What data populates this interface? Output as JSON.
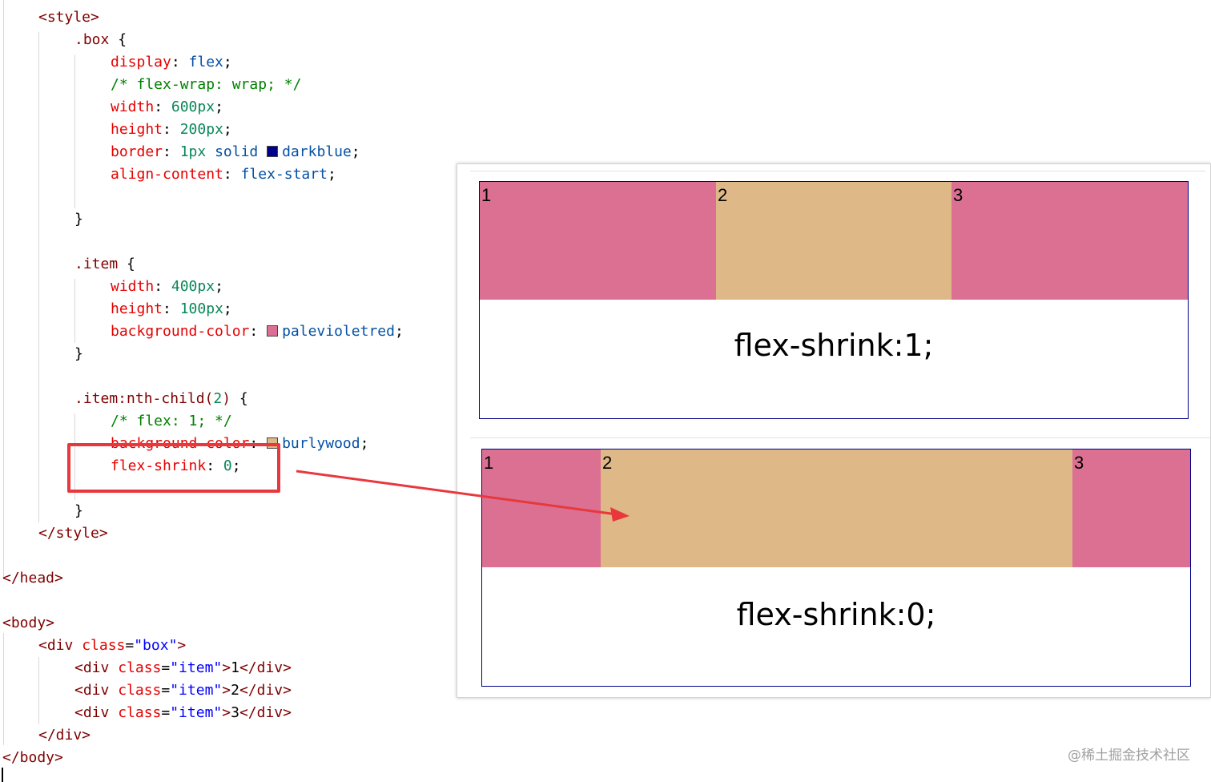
{
  "colors": {
    "darkblue": "#00008b",
    "palevioletred": "#db7093",
    "burlywood": "#deb887",
    "annotation_red": "#e8383d"
  },
  "code": {
    "lines": [
      {
        "y": 0,
        "indent": 1,
        "tokens": [
          [
            "t-tag",
            "<style>"
          ]
        ]
      },
      {
        "y": 1,
        "indent": 2,
        "tokens": [
          [
            "t-sel",
            ".box"
          ],
          [
            "t-punc",
            " {"
          ]
        ]
      },
      {
        "y": 2,
        "indent": 3,
        "tokens": [
          [
            "t-prop",
            "display"
          ],
          [
            "t-punc",
            ": "
          ],
          [
            "t-val",
            "flex"
          ],
          [
            "t-punc",
            ";"
          ]
        ]
      },
      {
        "y": 3,
        "indent": 3,
        "tokens": [
          [
            "t-com",
            "/* flex-wrap: wrap; */"
          ]
        ]
      },
      {
        "y": 4,
        "indent": 3,
        "tokens": [
          [
            "t-prop",
            "width"
          ],
          [
            "t-punc",
            ": "
          ],
          [
            "t-num",
            "600px"
          ],
          [
            "t-punc",
            ";"
          ]
        ]
      },
      {
        "y": 5,
        "indent": 3,
        "tokens": [
          [
            "t-prop",
            "height"
          ],
          [
            "t-punc",
            ": "
          ],
          [
            "t-num",
            "200px"
          ],
          [
            "t-punc",
            ";"
          ]
        ]
      },
      {
        "y": 6,
        "indent": 3,
        "tokens": [
          [
            "t-prop",
            "border"
          ],
          [
            "t-punc",
            ": "
          ],
          [
            "t-num",
            "1px"
          ],
          [
            "t-val",
            " solid "
          ],
          [
            "swatch",
            "#00008b"
          ],
          [
            "t-val",
            "darkblue"
          ],
          [
            "t-punc",
            ";"
          ]
        ]
      },
      {
        "y": 7,
        "indent": 3,
        "tokens": [
          [
            "t-prop",
            "align-content"
          ],
          [
            "t-punc",
            ": "
          ],
          [
            "t-val",
            "flex-start"
          ],
          [
            "t-punc",
            ";"
          ]
        ]
      },
      {
        "y": 9,
        "indent": 2,
        "tokens": [
          [
            "t-punc",
            "}"
          ]
        ]
      },
      {
        "y": 11,
        "indent": 2,
        "tokens": [
          [
            "t-sel",
            ".item"
          ],
          [
            "t-punc",
            " {"
          ]
        ]
      },
      {
        "y": 12,
        "indent": 3,
        "tokens": [
          [
            "t-prop",
            "width"
          ],
          [
            "t-punc",
            ": "
          ],
          [
            "t-num",
            "400px"
          ],
          [
            "t-punc",
            ";"
          ]
        ]
      },
      {
        "y": 13,
        "indent": 3,
        "tokens": [
          [
            "t-prop",
            "height"
          ],
          [
            "t-punc",
            ": "
          ],
          [
            "t-num",
            "100px"
          ],
          [
            "t-punc",
            ";"
          ]
        ]
      },
      {
        "y": 14,
        "indent": 3,
        "tokens": [
          [
            "t-prop",
            "background-color"
          ],
          [
            "t-punc",
            ": "
          ],
          [
            "swatch",
            "#db7093"
          ],
          [
            "t-val",
            "palevioletred"
          ],
          [
            "t-punc",
            ";"
          ]
        ]
      },
      {
        "y": 15,
        "indent": 2,
        "tokens": [
          [
            "t-punc",
            "}"
          ]
        ]
      },
      {
        "y": 17,
        "indent": 2,
        "tokens": [
          [
            "t-sel",
            ".item:nth-child("
          ],
          [
            "t-num",
            "2"
          ],
          [
            "t-sel",
            ")"
          ],
          [
            "t-punc",
            " {"
          ]
        ]
      },
      {
        "y": 18,
        "indent": 3,
        "tokens": [
          [
            "t-com",
            "/* flex: 1; */"
          ]
        ]
      },
      {
        "y": 19,
        "indent": 3,
        "tokens": [
          [
            "t-prop",
            "background-color"
          ],
          [
            "t-punc",
            ": "
          ],
          [
            "swatch",
            "#deb887"
          ],
          [
            "t-val",
            "burlywood"
          ],
          [
            "t-punc",
            ";"
          ]
        ]
      },
      {
        "y": 20,
        "indent": 3,
        "tokens": [
          [
            "t-prop",
            "flex-shrink"
          ],
          [
            "t-punc",
            ": "
          ],
          [
            "t-num",
            "0"
          ],
          [
            "t-punc",
            ";"
          ]
        ]
      },
      {
        "y": 22,
        "indent": 2,
        "tokens": [
          [
            "t-punc",
            "}"
          ]
        ]
      },
      {
        "y": 23,
        "indent": 1,
        "tokens": [
          [
            "t-tag",
            "</style>"
          ]
        ]
      },
      {
        "y": 25,
        "indent": 0,
        "tokens": [
          [
            "t-tag",
            "</head>"
          ]
        ]
      },
      {
        "y": 27,
        "indent": 0,
        "tokens": [
          [
            "t-tag",
            "<body>"
          ]
        ]
      },
      {
        "y": 28,
        "indent": 1,
        "tokens": [
          [
            "t-tag",
            "<div "
          ],
          [
            "t-attr",
            "class"
          ],
          [
            "t-punc",
            "="
          ],
          [
            "t-str",
            "\"box\""
          ],
          [
            "t-tag",
            ">"
          ]
        ]
      },
      {
        "y": 29,
        "indent": 2,
        "tokens": [
          [
            "t-tag",
            "<div "
          ],
          [
            "t-attr",
            "class"
          ],
          [
            "t-punc",
            "="
          ],
          [
            "t-str",
            "\"item\""
          ],
          [
            "t-tag",
            ">"
          ],
          [
            "t-text",
            "1"
          ],
          [
            "t-tag",
            "</div>"
          ]
        ]
      },
      {
        "y": 30,
        "indent": 2,
        "tokens": [
          [
            "t-tag",
            "<div "
          ],
          [
            "t-attr",
            "class"
          ],
          [
            "t-punc",
            "="
          ],
          [
            "t-str",
            "\"item\""
          ],
          [
            "t-tag",
            ">"
          ],
          [
            "t-text",
            "2"
          ],
          [
            "t-tag",
            "</div>"
          ]
        ]
      },
      {
        "y": 31,
        "indent": 2,
        "tokens": [
          [
            "t-tag",
            "<div "
          ],
          [
            "t-attr",
            "class"
          ],
          [
            "t-punc",
            "="
          ],
          [
            "t-str",
            "\"item\""
          ],
          [
            "t-tag",
            ">"
          ],
          [
            "t-text",
            "3"
          ],
          [
            "t-tag",
            "</div>"
          ]
        ]
      },
      {
        "y": 32,
        "indent": 1,
        "tokens": [
          [
            "t-tag",
            "</div>"
          ]
        ]
      },
      {
        "y": 33,
        "indent": 0,
        "tokens": [
          [
            "t-tag",
            "</body>"
          ]
        ]
      }
    ]
  },
  "preview": {
    "demo1": {
      "items": [
        {
          "label": "1",
          "color": "#db7093"
        },
        {
          "label": "2",
          "color": "#deb887"
        },
        {
          "label": "3",
          "color": "#db7093"
        }
      ],
      "caption": "flex-shrink:1;"
    },
    "demo2": {
      "items": [
        {
          "label": "1",
          "color": "#db7093"
        },
        {
          "label": "2",
          "color": "#deb887"
        },
        {
          "label": "3",
          "color": "#db7093"
        }
      ],
      "caption": "flex-shrink:0;"
    }
  },
  "watermark": "@稀土掘金技术社区"
}
